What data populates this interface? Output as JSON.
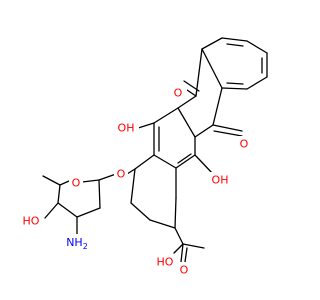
{
  "colors": {
    "bond": "#000000",
    "oxygen": "#ff0000",
    "nitrogen": "#0000ff",
    "background": "#ffffff"
  },
  "labels": {
    "ketone_o_top": "O",
    "ketone_o_bottom": "O",
    "phenol_oh_left": "OH",
    "phenol_oh_right": "OH",
    "glycosidic_o": "O",
    "ring_o": "O",
    "ring_oh": "HO",
    "amine": "NH",
    "amine_subscript": "2",
    "tertiary_oh": "HO",
    "acetyl_o": "O"
  }
}
